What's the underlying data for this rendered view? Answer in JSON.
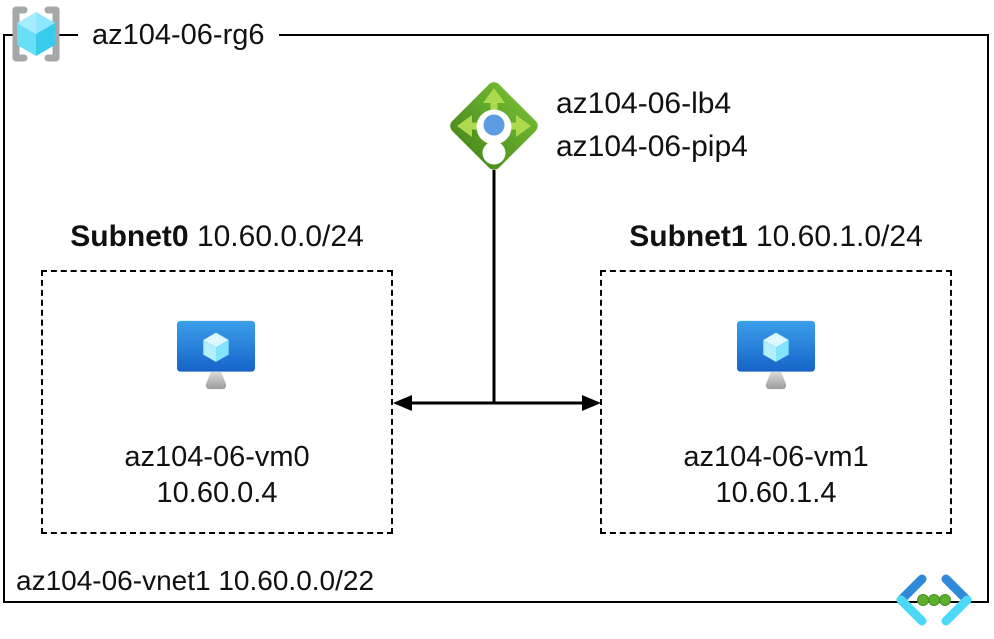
{
  "diagram_type": "azure-architecture",
  "colors": {
    "line_black": "#000000",
    "lb_green_dark": "#4C8F1F",
    "lb_green": "#66AE2E",
    "lb_arrow_green": "#ACD94E",
    "lb_dot_blue": "#5B9CE3",
    "vm_blue_top": "#3BA0EA",
    "vm_blue_bottom": "#1663C8",
    "cube_cyan_light": "#A8EDFF",
    "cube_cyan_mid": "#68DFF6",
    "cube_cyan_dark": "#38CBEC",
    "vnet_chevron_blue": "#2E8AD8",
    "vnet_chevron_cyan": "#4CD9F8",
    "vnet_dot_green": "#5EAE2E",
    "bracket_gray": "#A6A7A9"
  },
  "resource_group": {
    "name": "az104-06-rg6",
    "icon": "resource-group-icon"
  },
  "load_balancer": {
    "name": "az104-06-lb4",
    "public_ip": "az104-06-pip4",
    "icon": "load-balancer-icon"
  },
  "subnets": [
    {
      "name": "Subnet0",
      "cidr": "10.60.0.0/24",
      "vm": {
        "name": "az104-06-vm0",
        "ip": "10.60.0.4",
        "icon": "virtual-machine-icon"
      }
    },
    {
      "name": "Subnet1",
      "cidr": "10.60.1.0/24",
      "vm": {
        "name": "az104-06-vm1",
        "ip": "10.60.1.4",
        "icon": "virtual-machine-icon"
      }
    }
  ],
  "vnet": {
    "name": "az104-06-vnet1",
    "cidr": "10.60.0.0/22",
    "icon": "virtual-network-icon"
  }
}
